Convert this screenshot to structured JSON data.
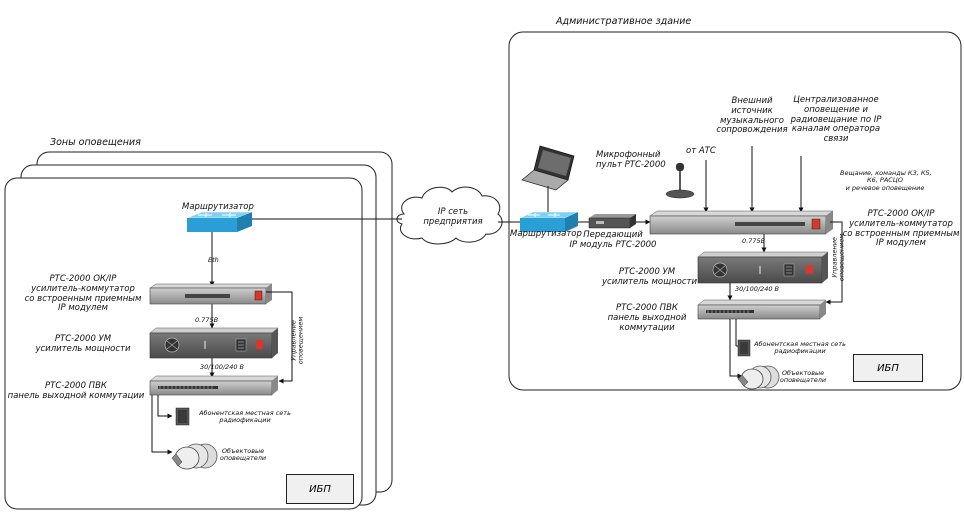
{
  "admin_building": {
    "title": "Административное здание"
  },
  "zones": {
    "title": "Зоны оповещения"
  },
  "cloud": {
    "line1": "IP сеть",
    "line2": "предприятия"
  },
  "left": {
    "router": "Маршрутизатор",
    "eth": "Eth",
    "device1": [
      "РТС-2000 ОК/IP",
      "усилитель-коммутатор",
      "со встроенным приемным",
      "IP модулем"
    ],
    "device2": [
      "РТС-2000 УМ",
      "усилитель мощности"
    ],
    "device3": [
      "РТС-2000 ПВК",
      "панель выходной коммутации"
    ],
    "line_0775": "0.775В",
    "line_power": "30/100/240 В",
    "control": [
      "Управление",
      "оповещением"
    ],
    "subscriber": [
      "Абонентская местная сеть",
      "радиофикации"
    ],
    "speakers": [
      "Объектовые",
      "оповещатели"
    ],
    "ibp": "ИБП"
  },
  "right": {
    "router": "Маршрутизатор",
    "microphone": [
      "Микрофонный",
      "пульт РТС-2000"
    ],
    "ats": "от АТС",
    "music": [
      "Внешний",
      "источник",
      "музыкального",
      "сопровождения"
    ],
    "central": [
      "Централизованное",
      "оповещение и",
      "радиовещание по IP",
      "каналам оператора",
      "связи"
    ],
    "calls": [
      "Вещание, команды КЗ, К5,",
      "К6, РАСЦО",
      "и речевое оповещение"
    ],
    "transmitter": [
      "Передающий",
      "IP модуль РТС-2000"
    ],
    "device1": [
      "РТС-2000 ОК/IP",
      "усилитель-коммутатор",
      "со встроенным приемным",
      "IP модулем"
    ],
    "device2": [
      "РТС-2000 УМ",
      "усилитель мощности"
    ],
    "device3": [
      "РТС-2000 ПВК",
      "панель выходной",
      "коммутации"
    ],
    "line_0775": "0.775В",
    "line_power": "30/100/240 В",
    "control": [
      "Управление",
      "оповещением"
    ],
    "subscriber": [
      "Абонентская местная сеть",
      "радиофикации"
    ],
    "speakers": [
      "Объектовые",
      "оповещатели"
    ],
    "ibp": "ИБП"
  },
  "colors": {
    "router": "#2a9fd6",
    "device_face": "#6a6a6a",
    "device_top": "#b5b5b5",
    "button_red": "#d9372b"
  }
}
